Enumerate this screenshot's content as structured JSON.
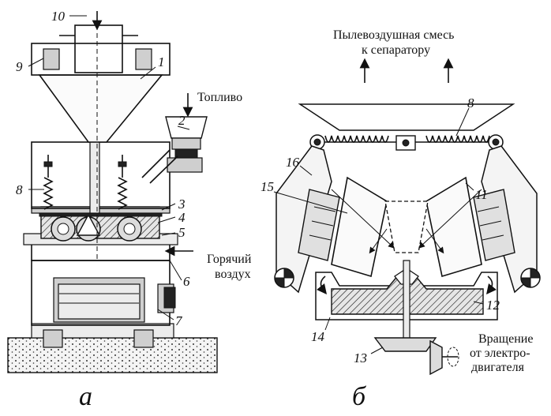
{
  "figure_a": {
    "caption": "а",
    "labels": {
      "fuel": "Топливо",
      "hot_air_line1": "Горячий",
      "hot_air_line2": "воздух"
    },
    "numbers": [
      "1",
      "2",
      "3",
      "4",
      "5",
      "6",
      "7",
      "8",
      "9",
      "10"
    ]
  },
  "figure_b": {
    "caption": "б",
    "labels": {
      "mixture_line1": "Пылевоздушная смесь",
      "mixture_line2": "к сепаратору",
      "rotation_line1": "Вращение",
      "rotation_line2": "от электро-",
      "rotation_line3": "двигателя"
    },
    "numbers": [
      "8",
      "11",
      "12",
      "13",
      "14",
      "15",
      "16"
    ]
  }
}
